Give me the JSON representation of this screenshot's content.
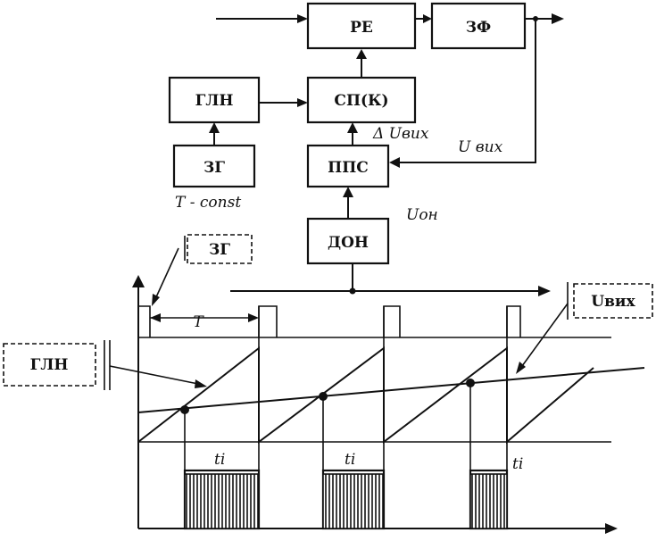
{
  "blocks": {
    "re": "РЕ",
    "zf": "ЗФ",
    "gln": "ГЛН",
    "sp": "СП(К)",
    "zg": "ЗГ",
    "pps": "ППС",
    "don": "ДОН"
  },
  "signals": {
    "delta_u_out": "Δ Uвих",
    "u_out": "U вих",
    "t_const": "T - const",
    "u_on": "Uон"
  },
  "callouts": {
    "zg": "ЗГ",
    "gln": "ГЛН",
    "u_out": "Uвих"
  },
  "timing": {
    "period": "T",
    "pulse_labels": [
      "ti",
      "ti",
      "ti"
    ]
  },
  "colors": {
    "ink": "#111111",
    "paper": "#ffffff"
  }
}
